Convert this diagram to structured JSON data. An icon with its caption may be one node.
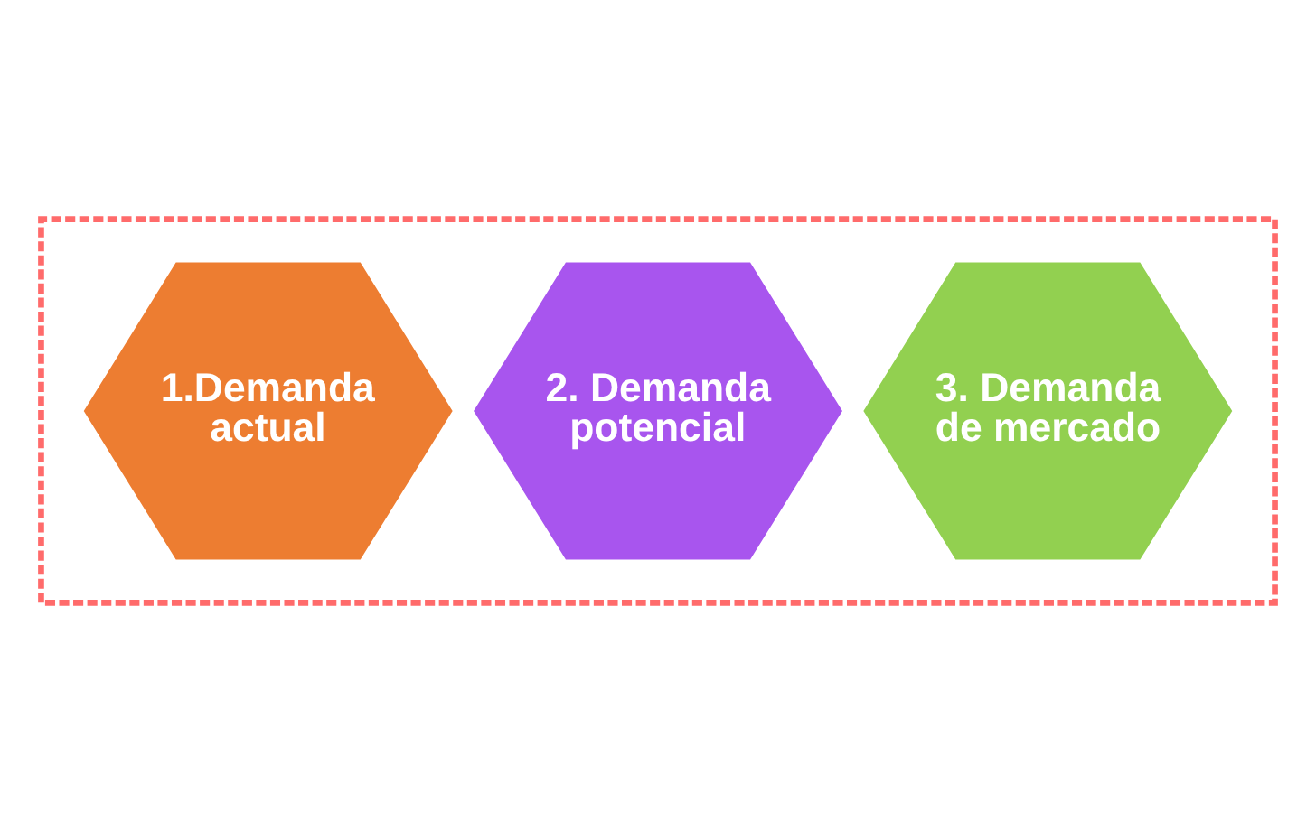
{
  "diagram": {
    "nodes": [
      {
        "text": [],
        "shape": "box"
      },
      {
        "text": [
          "1.Demanda actual"
        ],
        "in": 0
      },
      {
        "text": [
          "2. Demanda potencial"
        ],
        "in": 0
      },
      {
        "text": [
          "3. Demanda de mercado"
        ],
        "in": 0
      }
    ]
  }
}
